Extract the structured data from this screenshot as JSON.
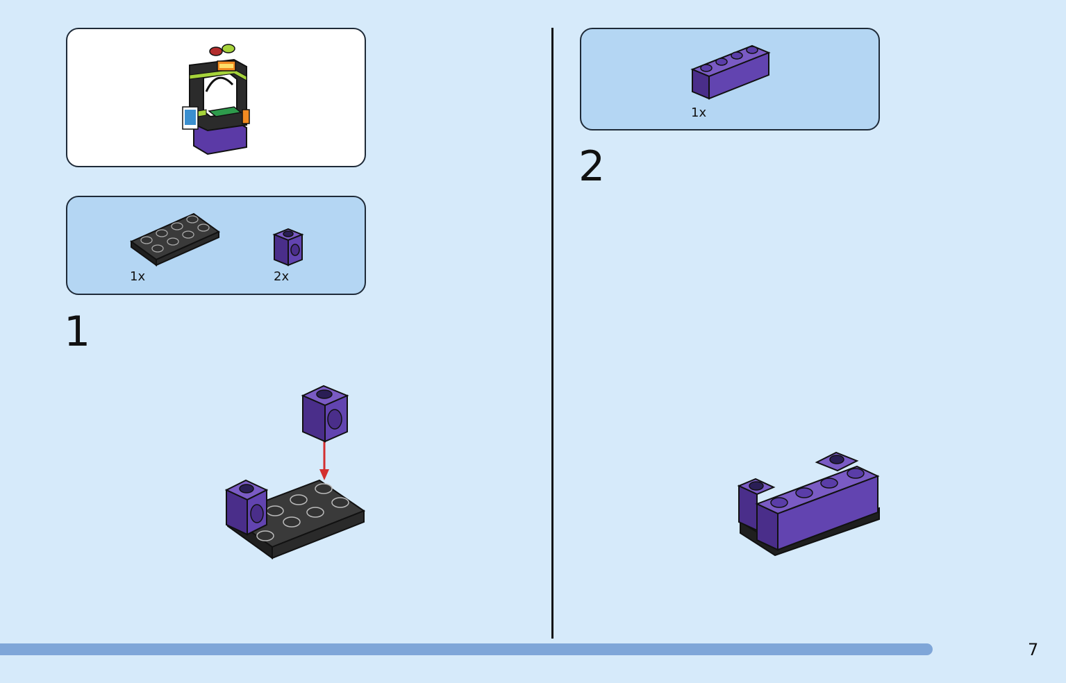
{
  "page": {
    "number": "7",
    "progress": 0.935,
    "progress_color": "#7fa6d8",
    "background_color": "#d6eafa",
    "parts_box_color": "#b4d6f3"
  },
  "colors": {
    "brick_purple": "#5b3aa6",
    "brick_black": "#2a2a2a",
    "arrow_red": "#d32f2f"
  },
  "left_page": {
    "preview_icon": "ticket-booth-model",
    "parts": [
      {
        "icon": "black-plate-2x4",
        "qty": "1x"
      },
      {
        "icon": "purple-technic-brick-1x1",
        "qty": "2x"
      }
    ],
    "step": "1",
    "illustration": "plate-with-technic-bricks-assembly"
  },
  "right_page": {
    "parts": [
      {
        "icon": "purple-brick-1x4",
        "qty": "1x"
      }
    ],
    "step": "2",
    "illustration": "plate-with-purple-brick-assembly"
  }
}
